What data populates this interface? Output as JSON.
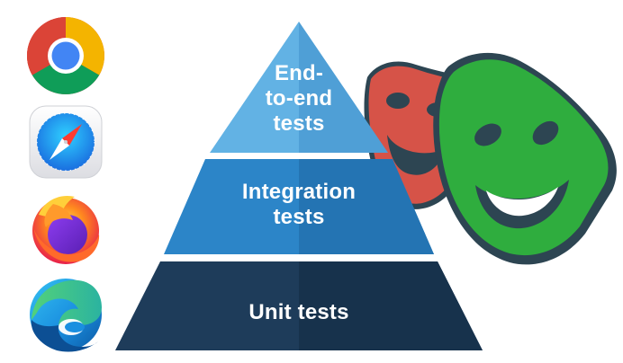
{
  "pyramid": {
    "tiers": [
      {
        "lines": [
          "End-",
          "to-end",
          "tests"
        ],
        "color_left": "#62b2e4",
        "color_right": "#4f9fd6"
      },
      {
        "lines": [
          "Integration",
          "tests"
        ],
        "color_left": "#2c85c8",
        "color_right": "#2474b3"
      },
      {
        "lines": [
          "Unit tests"
        ],
        "color_left": "#1e3c5a",
        "color_right": "#17324c"
      }
    ]
  },
  "browsers": [
    {
      "icon": "chrome-icon"
    },
    {
      "icon": "safari-icon"
    },
    {
      "icon": "firefox-icon"
    },
    {
      "icon": "edge-icon"
    }
  ],
  "logo": {
    "icon": "playwright-masks-icon",
    "colors": {
      "red": "#d65348",
      "green": "#2fad3e",
      "dark": "#2d4552"
    }
  }
}
